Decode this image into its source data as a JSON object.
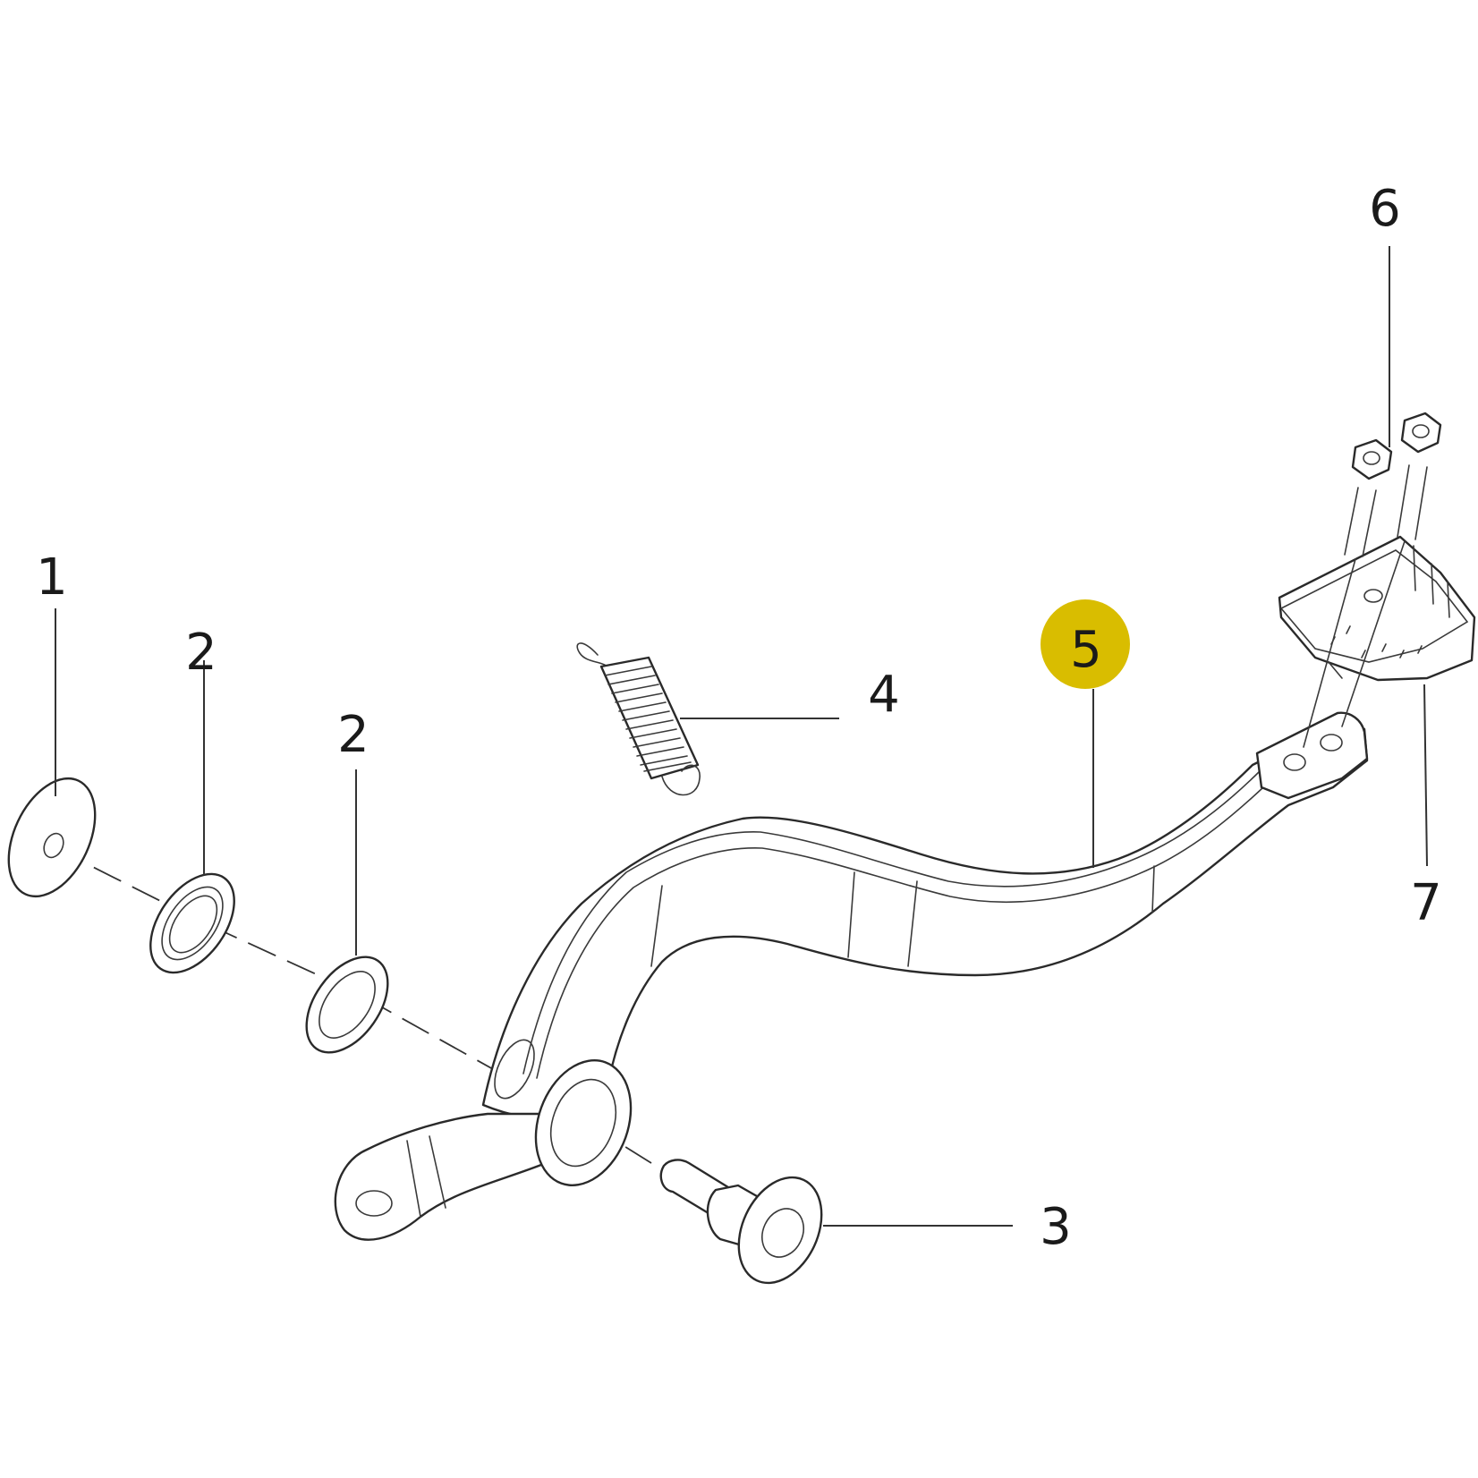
{
  "diagram": {
    "highlight_color": "#d9bd00",
    "line_color": "#2a2a2a",
    "highlighted_part": "5",
    "callouts": [
      {
        "id": "p1",
        "label": "1"
      },
      {
        "id": "p2a",
        "label": "2"
      },
      {
        "id": "p2b",
        "label": "2"
      },
      {
        "id": "p3",
        "label": "3"
      },
      {
        "id": "p4",
        "label": "4"
      },
      {
        "id": "p5",
        "label": "5"
      },
      {
        "id": "p6",
        "label": "6"
      },
      {
        "id": "p7",
        "label": "7"
      }
    ]
  }
}
